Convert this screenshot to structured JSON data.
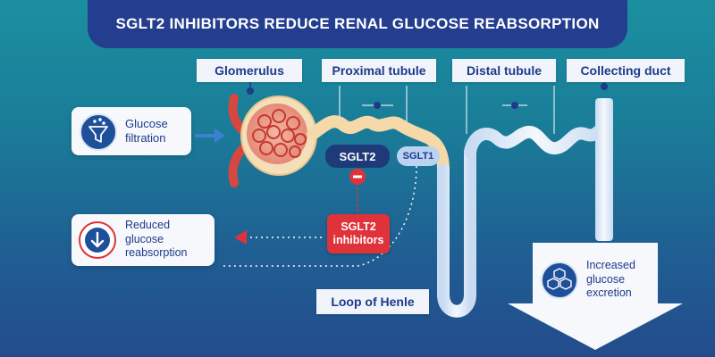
{
  "title": "SGLT2 INHIBITORS REDUCE RENAL GLUCOSE REABSORPTION",
  "labels": {
    "glomerulus": "Glomerulus",
    "proximal_tubule": "Proximal tubule",
    "distal_tubule": "Distal tubule",
    "collecting_duct": "Collecting duct",
    "loop_of_henle": "Loop of Henle"
  },
  "cards": {
    "glucose_filtration": [
      "Glucose",
      "filtration"
    ],
    "reduced_reabsorption": [
      "Reduced",
      "glucose",
      "reabsorption"
    ],
    "increased_excretion": [
      "Increased",
      "glucose",
      "excretion"
    ]
  },
  "transporters": {
    "sglt2": "SGLT2",
    "sglt1": "SGLT1",
    "inhibitors": [
      "SGLT2",
      "inhibitors"
    ]
  },
  "colors": {
    "banner": "#243e8f",
    "tubule": "#f5d9a8",
    "duct": "#dce8f7",
    "inhibitor": "#e0323a",
    "sglt2_pill": "#1f3a78",
    "sglt1_pill": "#b9d3f0"
  },
  "icons": {
    "filtration": "funnel-icon",
    "reduced": "down-arrow-icon",
    "excretion": "cubes-icon",
    "inhibit": "minus-icon"
  }
}
